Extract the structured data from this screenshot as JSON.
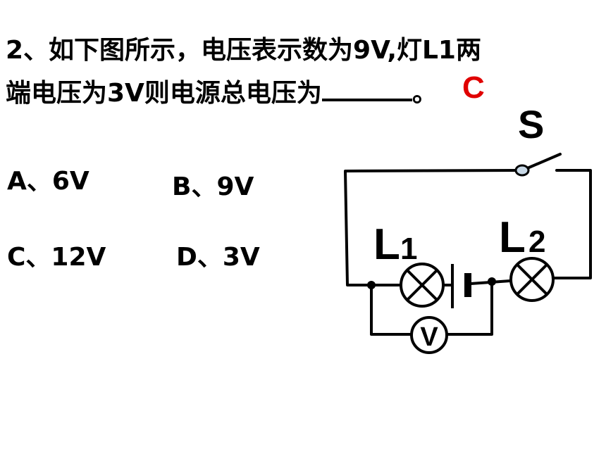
{
  "question": {
    "line1": "2、如下图所示，电压表示数为9V,灯L1两",
    "line2_prefix": "端电压为3V则电源总电压为",
    "line2_suffix": "。",
    "answer": "C"
  },
  "options": {
    "a": "A、6V",
    "b": "B、9V",
    "c": "C、12V",
    "d": "D、3V"
  },
  "circuit": {
    "switch_label": "S",
    "lamp1_label": "L",
    "lamp1_sub": "1",
    "lamp2_label": "L",
    "lamp2_sub": "2",
    "voltmeter_label": "V"
  }
}
